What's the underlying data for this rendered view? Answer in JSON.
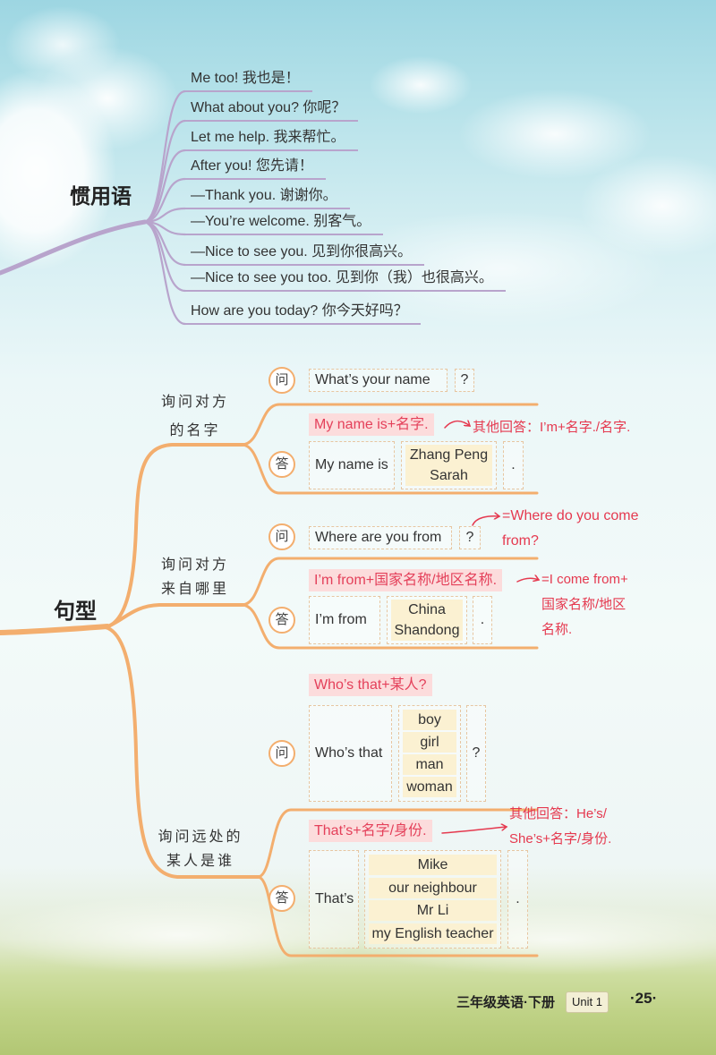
{
  "colors": {
    "idiom_branch": "#b8a4cc",
    "pattern_branch": "#f3ae6e",
    "note_text": "#e4405a",
    "note_background": "#fcdcdc",
    "annotation_text": "#e5394f",
    "option_highlight": "#fbf1d2"
  },
  "idioms": {
    "title": "惯用语",
    "items": [
      "Me too! 我也是！",
      "What about you? 你呢？",
      "Let me help. 我来帮忙。",
      "After you! 您先请！",
      "—Thank you. 谢谢你。",
      "—You’re welcome. 别客气。",
      "—Nice to see you. 见到你很高兴。",
      "—Nice to see you too. 见到你（我）也很高兴。",
      "How are you today? 你今天好吗？"
    ]
  },
  "patterns": {
    "title": "句型",
    "groups": [
      {
        "topic_lines": [
          "询问对方",
          "的名字"
        ],
        "question": {
          "marker": "问",
          "lead": "What’s your name",
          "end": "?"
        },
        "answer_pattern": "My name is+名字.",
        "answer_alt_lines": [
          "其他回答：I’m+名字./名字."
        ],
        "answer": {
          "marker": "答",
          "lead": "My name is",
          "options": [
            "Zhang Peng",
            "Sarah"
          ],
          "end": "."
        }
      },
      {
        "topic_lines": [
          "询问对方",
          "来自哪里"
        ],
        "question": {
          "marker": "问",
          "lead": "Where are you from",
          "end": "?"
        },
        "question_alt_lines": [
          "=Where do you come",
          "from?"
        ],
        "answer_pattern": "I’m from+国家名称/地区名称.",
        "answer_alt_lines": [
          "=I come from+",
          "国家名称/地区",
          "名称."
        ],
        "answer": {
          "marker": "答",
          "lead": "I’m from",
          "options": [
            "China",
            "Shandong"
          ],
          "end": "."
        }
      },
      {
        "topic_lines": [
          "询问远处的",
          "某人是谁"
        ],
        "question_pattern": "Who’s that+某人?",
        "question": {
          "marker": "问",
          "lead": "Who’s that",
          "options": [
            "boy",
            "girl",
            "man",
            "woman"
          ],
          "end": "?"
        },
        "answer_pattern": "That’s+名字/身份.",
        "answer_alt_lines": [
          "其他回答：He’s/",
          "She’s+名字/身份."
        ],
        "answer": {
          "marker": "答",
          "lead": "That’s",
          "options": [
            "Mike",
            "our neighbour",
            "Mr Li",
            "my English teacher"
          ],
          "end": "."
        }
      }
    ]
  },
  "footer": {
    "book": "三年级英语·下册",
    "unit": "Unit 1",
    "page": "·25·"
  }
}
